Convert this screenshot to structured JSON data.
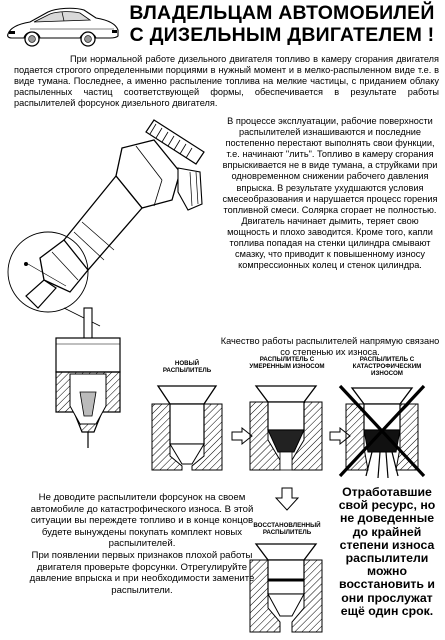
{
  "header": {
    "title_line1": "ВЛАДЕЛЬЦАМ АВТОМОБИЛЕЙ",
    "title_line2": "С ДИЗЕЛЬНЫМ ДВИГАТЕЛЕМ !"
  },
  "intro": {
    "text": "При нормальной работе дизельного двигателя топливо в камеру сгорания двигателя подается строгого определенными порциями в нужный момент и в мелко-распыленном виде т.е. в виде тумана. Последнее, а именно распыление топлива на мелкие частицы, с приданием облаку распыленных частиц соответствующей формы, обеспечивается в результате работы распылителей форсунок дизельного двигателя."
  },
  "operation": {
    "text": "В процессе эксплуатации, рабочие поверхности распылителей изнашиваются и последние постепенно перестают выполнять свои функции, т.е. начинают \"лить\". Топливо в камеру сгорания впрыскивается не в виде тумана, а струйками при одновременном снижении рабочего давления впрыска. В результате ухудшаются условия смесеобразования и нарушается процесс горения топливной смеси. Солярка сгорает не полностью. Двигатель начинает дымить, теряет свою мощность и плохо заводится. Кроме того, капли топлива попадая на стенки цилиндра смывают смазку, что приводит к повышенному износу компрессионных колец и стенок цилиндра."
  },
  "quality": {
    "text": "Качество работы распылителей напрямую связано со степенью их износа."
  },
  "captions": {
    "new": "НОВЫЙ РАСПЫЛИТЕЛЬ",
    "moderate": "РАСПЫЛИТЕЛЬ С УМЕРЕННЫМ ИЗНОСОМ",
    "catastrophic": "РАСПЫЛИТЕЛЬ С КАТАСТРОФИЧЕСКИМ ИЗНОСОМ",
    "restored": "ВОССТАНОВЛЕННЫЙ РАСПЫЛИТЕЛЬ"
  },
  "bottom_left": {
    "p1": "Не доводите распылители форсунок на своем автомобиле до катастрофического износа. В этой ситуации вы переждете топливо и в конце концов будете вынуждены покупать комплект новых распылителей.",
    "p2": "При появлении первых признаков плохой работы двигателя проверьте форсунки. Отрегулируйте давление впрыска и при необходимости замените распылители."
  },
  "bottom_right": {
    "text": "Отработавшие свой ресурс, но не доведенные до крайней степени износа распылители можно восстановить и они прослужат ещё один срок."
  },
  "colors": {
    "ink": "#000000",
    "hatch": "#333333",
    "paper": "#ffffff",
    "light_gray": "#cfcfcf"
  }
}
